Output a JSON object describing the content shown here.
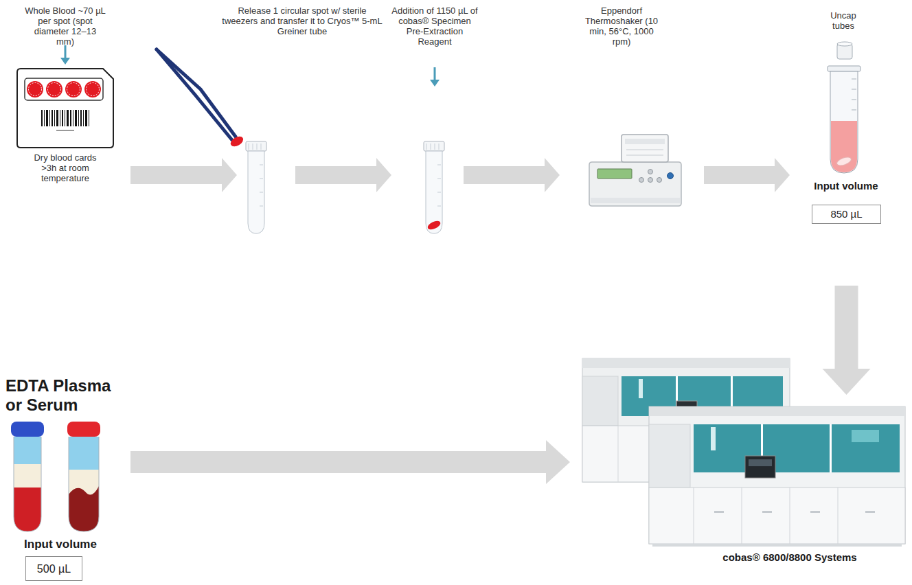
{
  "diagram": {
    "nodes": [
      {
        "text": [
          "Whole Blood ~70 µL per spot (spot diameter 12–13 mm)",
          "Dry blood cards >3h at room temperature"
        ]
      },
      {
        "text": [
          "Release 1 circular spot w/ sterile tweezers and transfer it to Cryos™ 5-mL Greiner tube"
        ]
      },
      {
        "text": [
          "Addition of 1150 µL of cobas® Specimen Pre-Extraction Reagent"
        ]
      },
      {
        "text": [
          "Eppendorf Thermoshaker (10 min, 56°C, 1000 rpm)"
        ]
      },
      {
        "text": [
          "Uncap tubes",
          "Input volume"
        ]
      },
      {
        "text": [
          "850 µL"
        ]
      },
      {
        "text": [
          "EDTA Plasma or Serum",
          "Input volume"
        ]
      },
      {
        "text": [
          "500 µL"
        ]
      },
      {
        "text": [
          "cobas® 6800/8800 Systems"
        ]
      }
    ],
    "edges": [
      {
        "from": 0,
        "to": 1,
        "arrow": "to"
      },
      {
        "from": 1,
        "to": 2,
        "arrow": "to"
      },
      {
        "from": 2,
        "to": 3,
        "arrow": "to"
      },
      {
        "from": 3,
        "to": 4,
        "arrow": "to"
      },
      {
        "from": 5,
        "to": 8,
        "arrow": "to"
      },
      {
        "from": 6,
        "to": 8,
        "arrow": "to"
      }
    ]
  }
}
